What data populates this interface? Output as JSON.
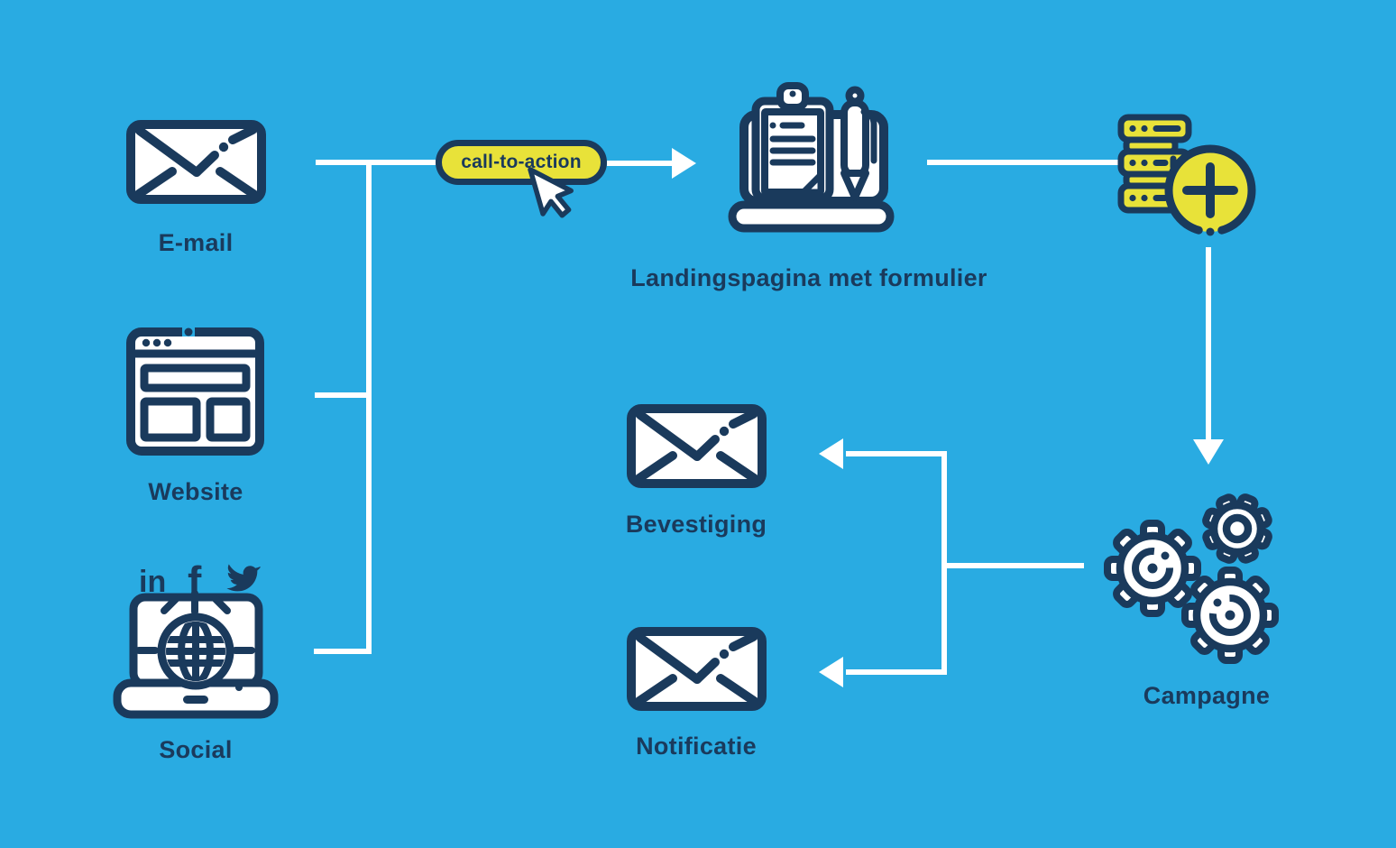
{
  "colors": {
    "background": "#29ABE2",
    "ink_navy": "#1A3A5C",
    "accent_yellow": "#E8E239",
    "connector_white": "#FFFFFF"
  },
  "flow": {
    "sources": [
      {
        "id": "email",
        "label": "E-mail",
        "icon": "envelope-icon"
      },
      {
        "id": "website",
        "label": "Website",
        "icon": "browser-icon"
      },
      {
        "id": "social",
        "label": "Social",
        "icon": "laptop-globe-icon",
        "platforms": {
          "linkedin": "in",
          "facebook": "f",
          "twitter": "twitter-bird-icon"
        }
      }
    ],
    "cta": {
      "label": "call-to-action",
      "icon": "cursor-icon"
    },
    "landing": {
      "label": "Landingspagina met formulier",
      "icon": "clipboard-laptop-icon"
    },
    "database": {
      "icon": "database-plus-icon"
    },
    "campaign": {
      "label": "Campagne",
      "icon": "gears-icon"
    },
    "outputs": [
      {
        "id": "confirmation",
        "label": "Bevestiging",
        "icon": "envelope-icon"
      },
      {
        "id": "notification",
        "label": "Notificatie",
        "icon": "envelope-icon"
      }
    ]
  }
}
